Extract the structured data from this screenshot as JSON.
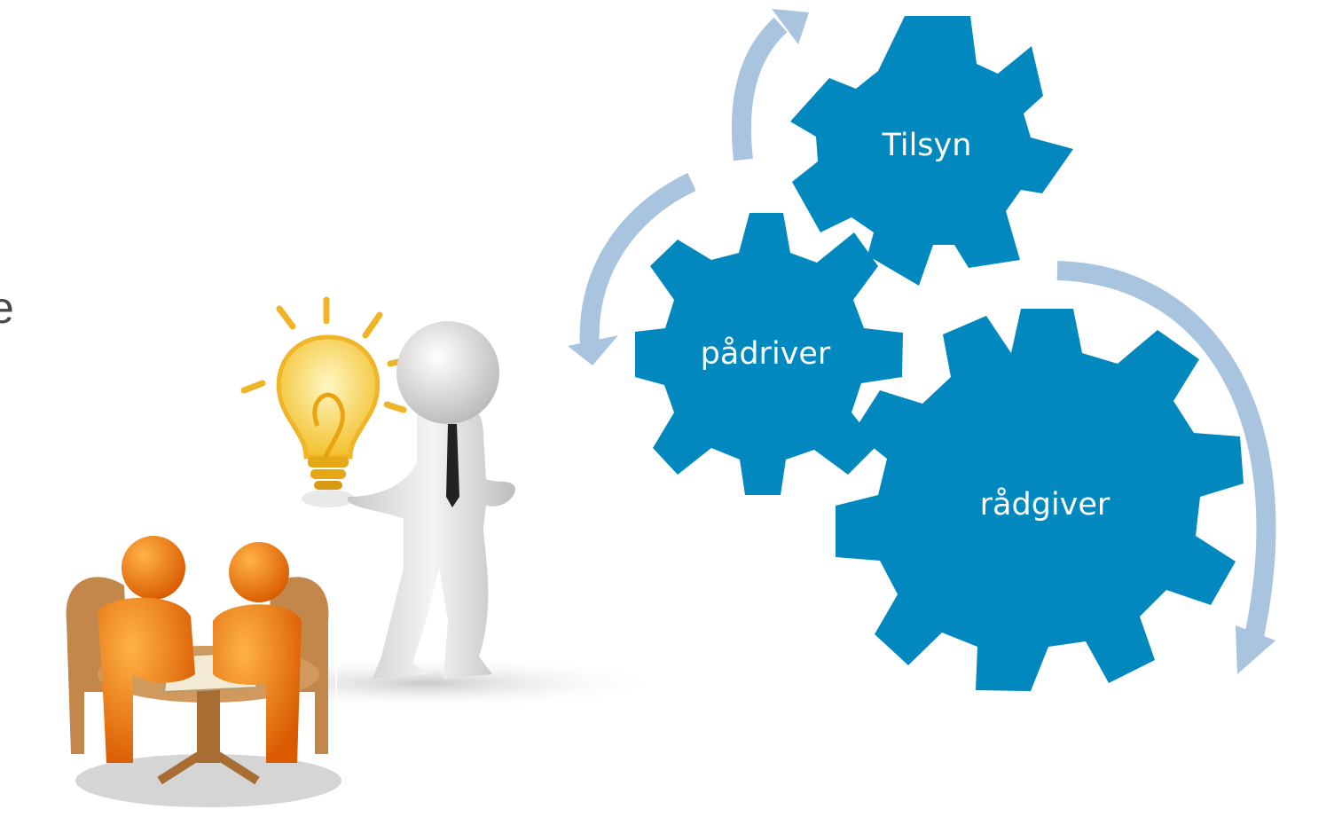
{
  "slide": {
    "clipped_text": "e"
  },
  "gears": [
    {
      "id": "tilsyn",
      "label": "Tilsyn",
      "color": "#0088bf"
    },
    {
      "id": "padriver",
      "label": "pådriver",
      "color": "#0088bf"
    },
    {
      "id": "radgiver",
      "label": "rådgiver",
      "color": "#0088bf"
    }
  ],
  "arrow_color": "#a9c4de",
  "illustrations": [
    {
      "id": "meeting",
      "description_icon": "people-at-table-icon"
    },
    {
      "id": "idea",
      "description_icon": "lightbulb-person-icon"
    }
  ]
}
